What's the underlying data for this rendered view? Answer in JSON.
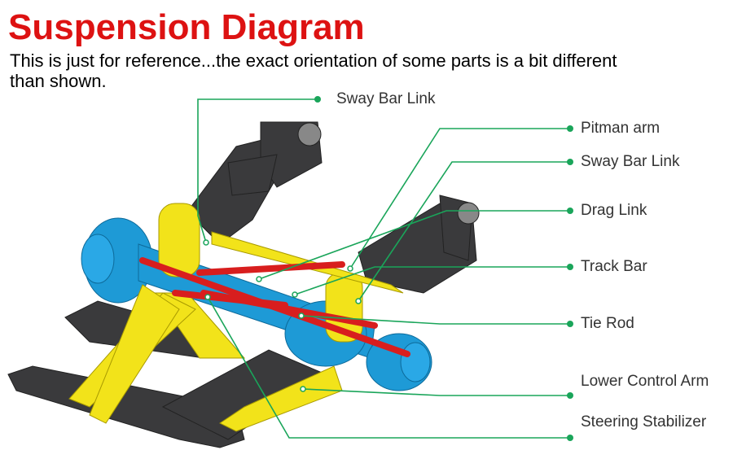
{
  "title": "Suspension Diagram",
  "subtitle": "This is just for reference...the exact orientation of some parts is a bit different than shown.",
  "colors": {
    "title": "#dd1212",
    "leader": "#1aa55a",
    "frame": "#3a3a3c",
    "hub": "#1e9ad6",
    "spring": "#f2e31a",
    "rod": "#d81e1e"
  },
  "labels": [
    "Sway Bar Link",
    "Pitman arm",
    "Sway Bar Link",
    "Drag Link",
    "Track Bar",
    "Tie Rod",
    "Lower Control Arm",
    "Steering Stabilizer"
  ]
}
